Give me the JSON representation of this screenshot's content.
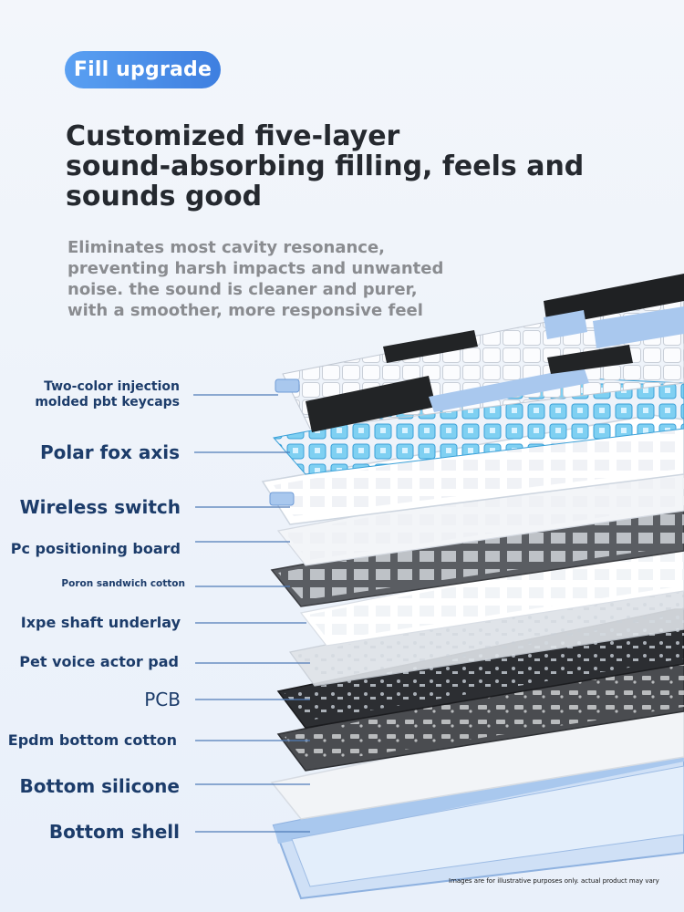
{
  "badge": "Fill upgrade",
  "headline": [
    "Customized five-layer",
    "sound-absorbing filling, feels and",
    "sounds good"
  ],
  "subtitle": [
    "Eliminates most cavity resonance,",
    "preventing harsh impacts and unwanted",
    "noise. the sound is cleaner and purer,",
    "with a smoother, more responsive feel"
  ],
  "layers": [
    {
      "label_lines": [
        "Two-color injection",
        "molded pbt keycaps"
      ]
    },
    {
      "label_lines": [
        "Polar fox axis"
      ]
    },
    {
      "label_lines": [
        "Wireless switch"
      ]
    },
    {
      "label_lines": [
        "Pc positioning board"
      ]
    },
    {
      "label_lines": [
        "Poron sandwich cotton"
      ]
    },
    {
      "label_lines": [
        "Ixpe shaft underlay"
      ]
    },
    {
      "label_lines": [
        "Pet voice actor pad"
      ]
    },
    {
      "label_lines": [
        "PCB"
      ]
    },
    {
      "label_lines": [
        "Epdm bottom cotton"
      ]
    },
    {
      "label_lines": [
        "Bottom silicone"
      ]
    },
    {
      "label_lines": [
        "Bottom shell"
      ]
    }
  ],
  "footer_note": "Images are for illustrative purposes only. actual product may vary",
  "colors": {
    "badge": "#4a8de8",
    "label": "#1c3c6a",
    "line": "#4f7bb8",
    "shell": "#a9c8ee",
    "switch": "#6fc4ec"
  }
}
